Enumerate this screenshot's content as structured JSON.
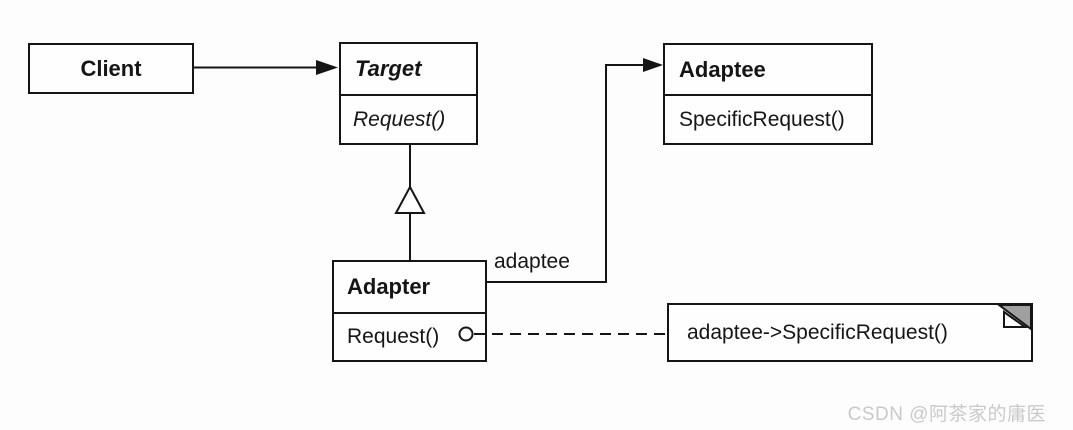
{
  "diagram": {
    "kind": "uml-class-diagram",
    "pattern": "Adapter",
    "classes": [
      {
        "id": "client",
        "name": "Client",
        "abstract": false,
        "methods": []
      },
      {
        "id": "target",
        "name": "Target",
        "abstract": true,
        "methods": [
          "Request()"
        ]
      },
      {
        "id": "adaptee",
        "name": "Adaptee",
        "abstract": false,
        "methods": [
          "SpecificRequest()"
        ]
      },
      {
        "id": "adapter",
        "name": "Adapter",
        "abstract": false,
        "methods": [
          "Request()"
        ]
      }
    ],
    "labels": {
      "association_role": "adaptee"
    },
    "note": {
      "text": "adaptee->SpecificRequest()"
    },
    "connectors": [
      {
        "type": "association",
        "from": "Client",
        "to": "Target",
        "arrow": "filled-triangle"
      },
      {
        "type": "generalization",
        "from": "Adapter",
        "to": "Target",
        "arrow": "hollow-triangle"
      },
      {
        "type": "association",
        "from": "Adapter",
        "to": "Adaptee",
        "arrow": "filled-triangle",
        "label": "adaptee"
      },
      {
        "type": "note-link",
        "from": "Adapter.Request()",
        "to": "note",
        "style": "dashed-with-circle"
      }
    ]
  },
  "watermark": {
    "text": "CSDN @阿茶家的庸医"
  },
  "colors": {
    "line": "#151515",
    "background": "#fdfdfd",
    "box_fill": "#fefefe",
    "note_fold": "#a0a0a0",
    "watermark": "#c9c9c9"
  }
}
